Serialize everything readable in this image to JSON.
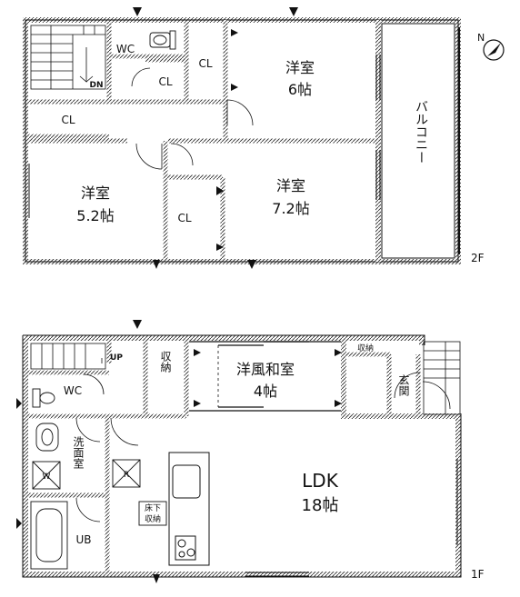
{
  "floor2": {
    "floor_label": "2F",
    "rooms": {
      "western_6": {
        "name": "洋室",
        "size": "6帖"
      },
      "western_52": {
        "name": "洋室",
        "size": "5.2帖"
      },
      "western_72": {
        "name": "洋室",
        "size": "7.2帖"
      },
      "balcony": {
        "name": "バルコニー"
      }
    },
    "labels": {
      "wc": "WC",
      "cl": "CL",
      "down": "DN"
    }
  },
  "floor1": {
    "floor_label": "1F",
    "rooms": {
      "ldk": {
        "name": "LDK",
        "size": "18帖"
      },
      "japanese": {
        "name": "洋風和室",
        "size": "4帖"
      },
      "storage": {
        "name": "収納"
      },
      "entrance": {
        "name": "玄関"
      },
      "washroom": {
        "name": "洗面室"
      },
      "bath": {
        "name": "UB"
      },
      "underfloor": {
        "line1": "床下",
        "line2": "収納"
      }
    },
    "labels": {
      "wc": "WC",
      "up": "UP",
      "storage_small": "収納",
      "washer": "W",
      "fridge": "R"
    }
  },
  "colors": {
    "wall": "#111111",
    "background": "#ffffff"
  },
  "icons": [
    "north-compass-icon"
  ]
}
